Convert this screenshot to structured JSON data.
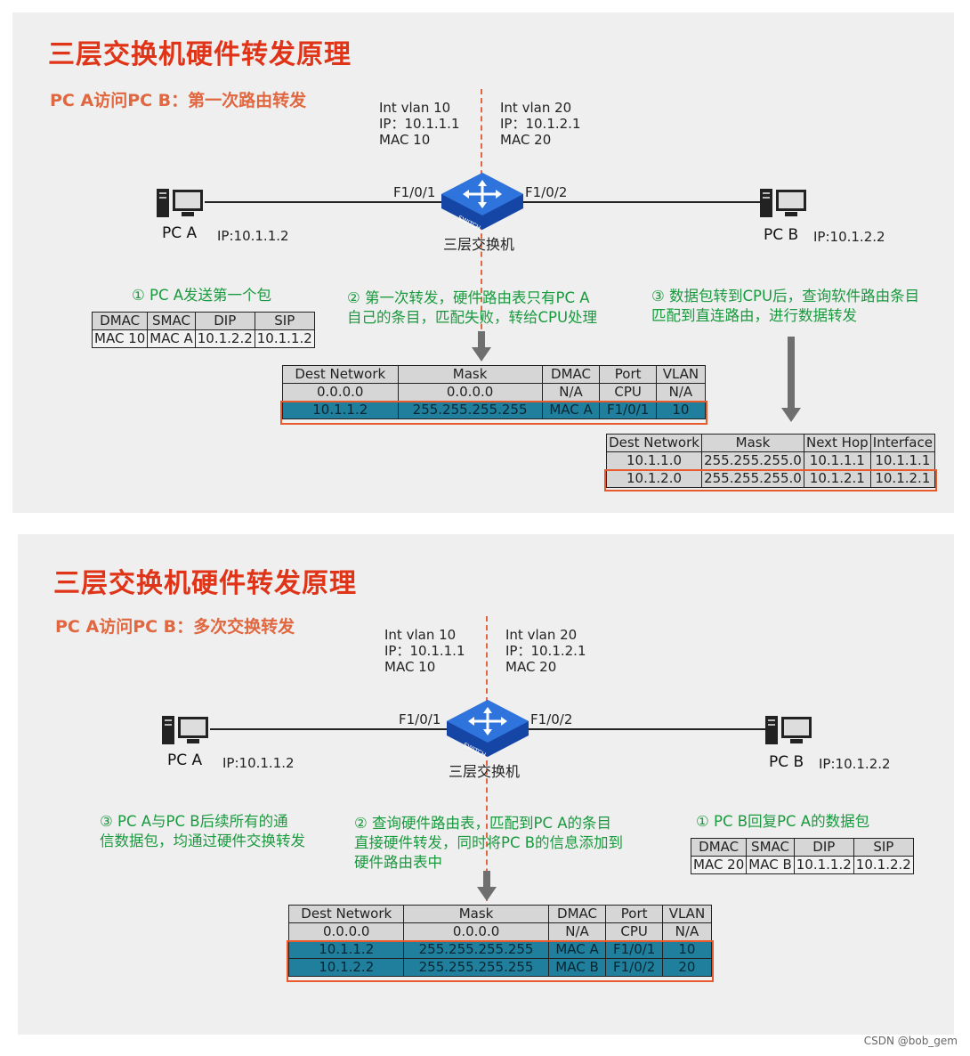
{
  "slide1": {
    "title": "三层交换机硬件转发原理",
    "subtitle": "PC A访问PC B：第一次路由转发",
    "vlan10": [
      "Int vlan 10",
      "IP：10.1.1.1",
      "MAC 10"
    ],
    "vlan20": [
      "Int vlan 20",
      "IP：10.1.2.1",
      "MAC 20"
    ],
    "port_left": "F1/0/1",
    "port_right": "F1/0/2",
    "switch_caption": "三层交换机",
    "switch_text": "SWITCH",
    "pca": {
      "name": "PC A",
      "ip": "IP:10.1.1.2"
    },
    "pcb": {
      "name": "PC B",
      "ip": "IP:10.1.2.2"
    },
    "step1": "① PC A发送第一个包",
    "step2": [
      "② 第一次转发，硬件路由表只有PC A",
      "自己的条目，匹配失败，转给CPU处理"
    ],
    "step3": [
      "③ 数据包转到CPU后，查询软件路由条目",
      "匹配到直连路由，进行数据转发"
    ],
    "packet": {
      "headers": [
        "DMAC",
        "SMAC",
        "DIP",
        "SIP"
      ],
      "row": [
        "MAC 10",
        "MAC A",
        "10.1.2.2",
        "10.1.1.2"
      ]
    },
    "hw_table": {
      "headers": [
        "Dest Network",
        "Mask",
        "DMAC",
        "Port",
        "VLAN"
      ],
      "rows": [
        [
          "0.0.0.0",
          "0.0.0.0",
          "N/A",
          "CPU",
          "N/A"
        ],
        [
          "10.1.1.2",
          "255.255.255.255",
          "MAC A",
          "F1/0/1",
          "10"
        ]
      ]
    },
    "sw_table": {
      "headers": [
        "Dest Network",
        "Mask",
        "Next Hop",
        "Interface"
      ],
      "rows": [
        [
          "10.1.1.0",
          "255.255.255.0",
          "10.1.1.1",
          "10.1.1.1"
        ],
        [
          "10.1.2.0",
          "255.255.255.0",
          "10.1.2.1",
          "10.1.2.1"
        ]
      ]
    }
  },
  "slide2": {
    "title": "三层交换机硬件转发原理",
    "subtitle": "PC A访问PC B：多次交换转发",
    "vlan10": [
      "Int vlan 10",
      "IP：10.1.1.1",
      "MAC 10"
    ],
    "vlan20": [
      "Int vlan 20",
      "IP：10.1.2.1",
      "MAC 20"
    ],
    "port_left": "F1/0/1",
    "port_right": "F1/0/2",
    "switch_caption": "三层交换机",
    "switch_text": "SWITCH",
    "pca": {
      "name": "PC A",
      "ip": "IP:10.1.1.2"
    },
    "pcb": {
      "name": "PC B",
      "ip": "IP:10.1.2.2"
    },
    "step3": [
      "③ PC A与PC B后续所有的通",
      "信数据包，均通过硬件交换转发"
    ],
    "step2": [
      "② 查询硬件路由表，匹配到PC A的条目",
      "直接硬件转发，同时将PC B的信息添加到",
      "硬件路由表中"
    ],
    "step1": "① PC B回复PC A的数据包",
    "packet": {
      "headers": [
        "DMAC",
        "SMAC",
        "DIP",
        "SIP"
      ],
      "row": [
        "MAC 20",
        "MAC B",
        "10.1.1.2",
        "10.1.2.2"
      ]
    },
    "hw_table": {
      "headers": [
        "Dest Network",
        "Mask",
        "DMAC",
        "Port",
        "VLAN"
      ],
      "rows": [
        [
          "0.0.0.0",
          "0.0.0.0",
          "N/A",
          "CPU",
          "N/A"
        ],
        [
          "10.1.1.2",
          "255.255.255.255",
          "MAC A",
          "F1/0/1",
          "10"
        ],
        [
          "10.1.2.2",
          "255.255.255.255",
          "MAC B",
          "F1/0/2",
          "20"
        ]
      ]
    }
  },
  "colors": {
    "title": "#e03418",
    "subtitle": "#e0673f",
    "green_text": "#1a9a3e",
    "teal_row": "#1f7f9c",
    "highlight": "#e85a2c",
    "switch": "#1f5fc9"
  },
  "credit": "CSDN @bob_gem"
}
